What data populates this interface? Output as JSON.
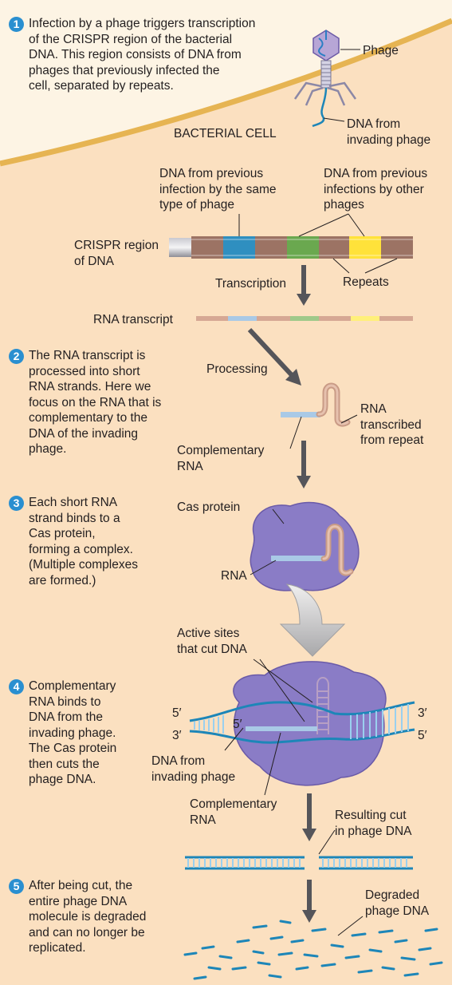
{
  "steps": [
    {
      "number": "1",
      "text": "Infection by a phage triggers transcription\nof the CRISPR region of the bacterial\nDNA. This region consists of DNA from\nphages that previously infected the\ncell, separated by repeats."
    },
    {
      "number": "2",
      "text": "The RNA transcript is\nprocessed into short\nRNA strands. Here we\nfocus on the RNA that is\ncomplementary to the\nDNA of the invading\nphage."
    },
    {
      "number": "3",
      "text": "Each short RNA\nstrand binds to a\nCas protein,\nforming a complex.\n(Multiple complexes\nare formed.)"
    },
    {
      "number": "4",
      "text": "Complementary\nRNA binds to\nDNA from the\ninvading phage.\nThe Cas protein\nthen cuts the\nphage DNA."
    },
    {
      "number": "5",
      "text": "After being cut, the\nentire phage DNA\nmolecule is degraded\nand can no longer be\nreplicated."
    }
  ],
  "labels": {
    "phage": "Phage",
    "dna_from_invading_phage_1": "DNA from\ninvading phage",
    "bacterial_cell": "BACTERIAL CELL",
    "dna_previous_same": "DNA from previous\ninfection by the same\ntype of phage",
    "dna_previous_other": "DNA from previous\ninfections by other\nphages",
    "crispr_region": "CRISPR region\nof DNA",
    "transcription": "Transcription",
    "repeats": "Repeats",
    "rna_transcript": "RNA transcript",
    "processing": "Processing",
    "rna_from_repeat": "RNA\ntranscribed\nfrom repeat",
    "complementary_rna_1": "Complementary\nRNA",
    "cas_protein": "Cas protein",
    "rna": "RNA",
    "active_sites": "Active sites\nthat cut DNA",
    "five_prime_left": "5′",
    "three_prime_left": "3′",
    "five_prime_inner": "5′",
    "three_prime_right": "3′",
    "five_prime_right": "5′",
    "dna_from_invading_phage_2": "DNA from\ninvading phage",
    "complementary_rna_2": "Complementary\nRNA",
    "resulting_cut": "Resulting cut\nin phage DNA",
    "degraded_phage_dna": "Degraded\nphage DNA"
  },
  "colors": {
    "background": "#fbe0c0",
    "cell_exterior": "#fdf4e4",
    "membrane": "#e6b452",
    "dna_blue": "#1d86b8",
    "repeat_brown": "#9c7364",
    "spacer_blue": "#2f8fc0",
    "spacer_green": "#6aa84f",
    "spacer_yellow": "#ffe23a",
    "rna_tan": "#d6a894",
    "protein_purple": "#8a7cc6",
    "arrow_gray": "#55555a",
    "step_circle": "#2a8fd0"
  }
}
